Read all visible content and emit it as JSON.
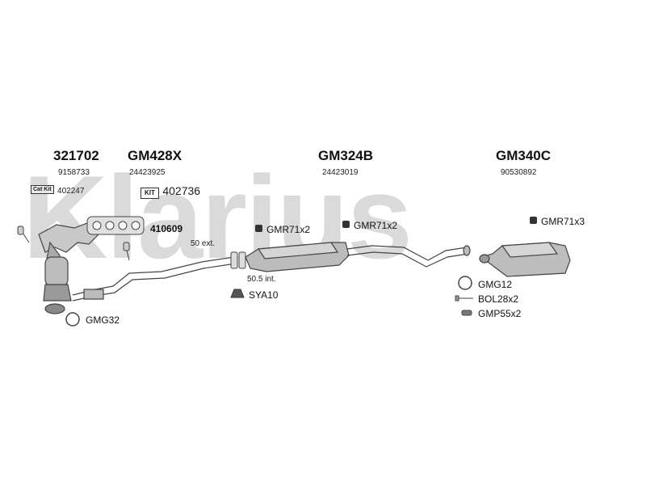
{
  "watermark": "Klarius",
  "parts": {
    "p1": {
      "number": "321702",
      "oem": "9158733",
      "catkit_badge": "Cat Kit",
      "catkit_no": "402247"
    },
    "p2": {
      "number": "GM428X",
      "oem": "24423925",
      "kit_badge": "KIT",
      "kit_no": "402736"
    },
    "p3": {
      "number": "GM324B",
      "oem": "24423019"
    },
    "p4": {
      "number": "GM340C",
      "oem": "90530892"
    }
  },
  "labels": {
    "gasket": "410609",
    "ext": "50 ext.",
    "int": "50.5 int.",
    "gmr1": "GMR71x2",
    "gmr2": "GMR71x2",
    "gmr3": "GMR71x3",
    "sya": "SYA10",
    "gmg32": "GMG32",
    "gmg12": "GMG12",
    "bol": "BOL28x2",
    "gmp": "GMP55x2"
  },
  "colors": {
    "watermark": "#d9d9d9",
    "line": "#444444",
    "fill": "#bdbdbd"
  }
}
